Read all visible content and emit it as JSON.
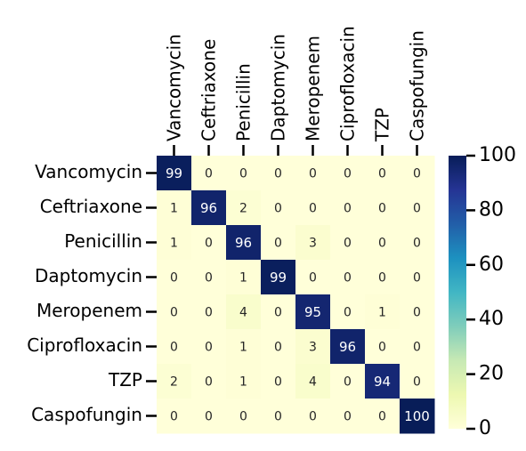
{
  "chart_data": {
    "type": "heatmap",
    "title": "",
    "xlabel": "",
    "ylabel": "",
    "x_categories": [
      "Vancomycin",
      "Ceftriaxone",
      "Penicillin",
      "Daptomycin",
      "Meropenem",
      "Ciprofloxacin",
      "TZP",
      "Caspofungin"
    ],
    "y_categories": [
      "Vancomycin",
      "Ceftriaxone",
      "Penicillin",
      "Daptomycin",
      "Meropenem",
      "Ciprofloxacin",
      "TZP",
      "Caspofungin"
    ],
    "values": [
      [
        99,
        0,
        0,
        0,
        0,
        0,
        0,
        0
      ],
      [
        1,
        96,
        2,
        0,
        0,
        0,
        0,
        0
      ],
      [
        1,
        0,
        96,
        0,
        3,
        0,
        0,
        0
      ],
      [
        0,
        0,
        1,
        99,
        0,
        0,
        0,
        0
      ],
      [
        0,
        0,
        4,
        0,
        95,
        0,
        1,
        0
      ],
      [
        0,
        0,
        1,
        0,
        3,
        96,
        0,
        0
      ],
      [
        2,
        0,
        1,
        0,
        4,
        0,
        94,
        0
      ],
      [
        0,
        0,
        0,
        0,
        0,
        0,
        0,
        100
      ]
    ],
    "colormap": "YlGnBu",
    "vmin": 0,
    "vmax": 100,
    "colorbar_ticks": [
      0,
      20,
      40,
      60,
      80,
      100
    ],
    "x_tick_position": "top",
    "annotate": true,
    "grid": false
  }
}
